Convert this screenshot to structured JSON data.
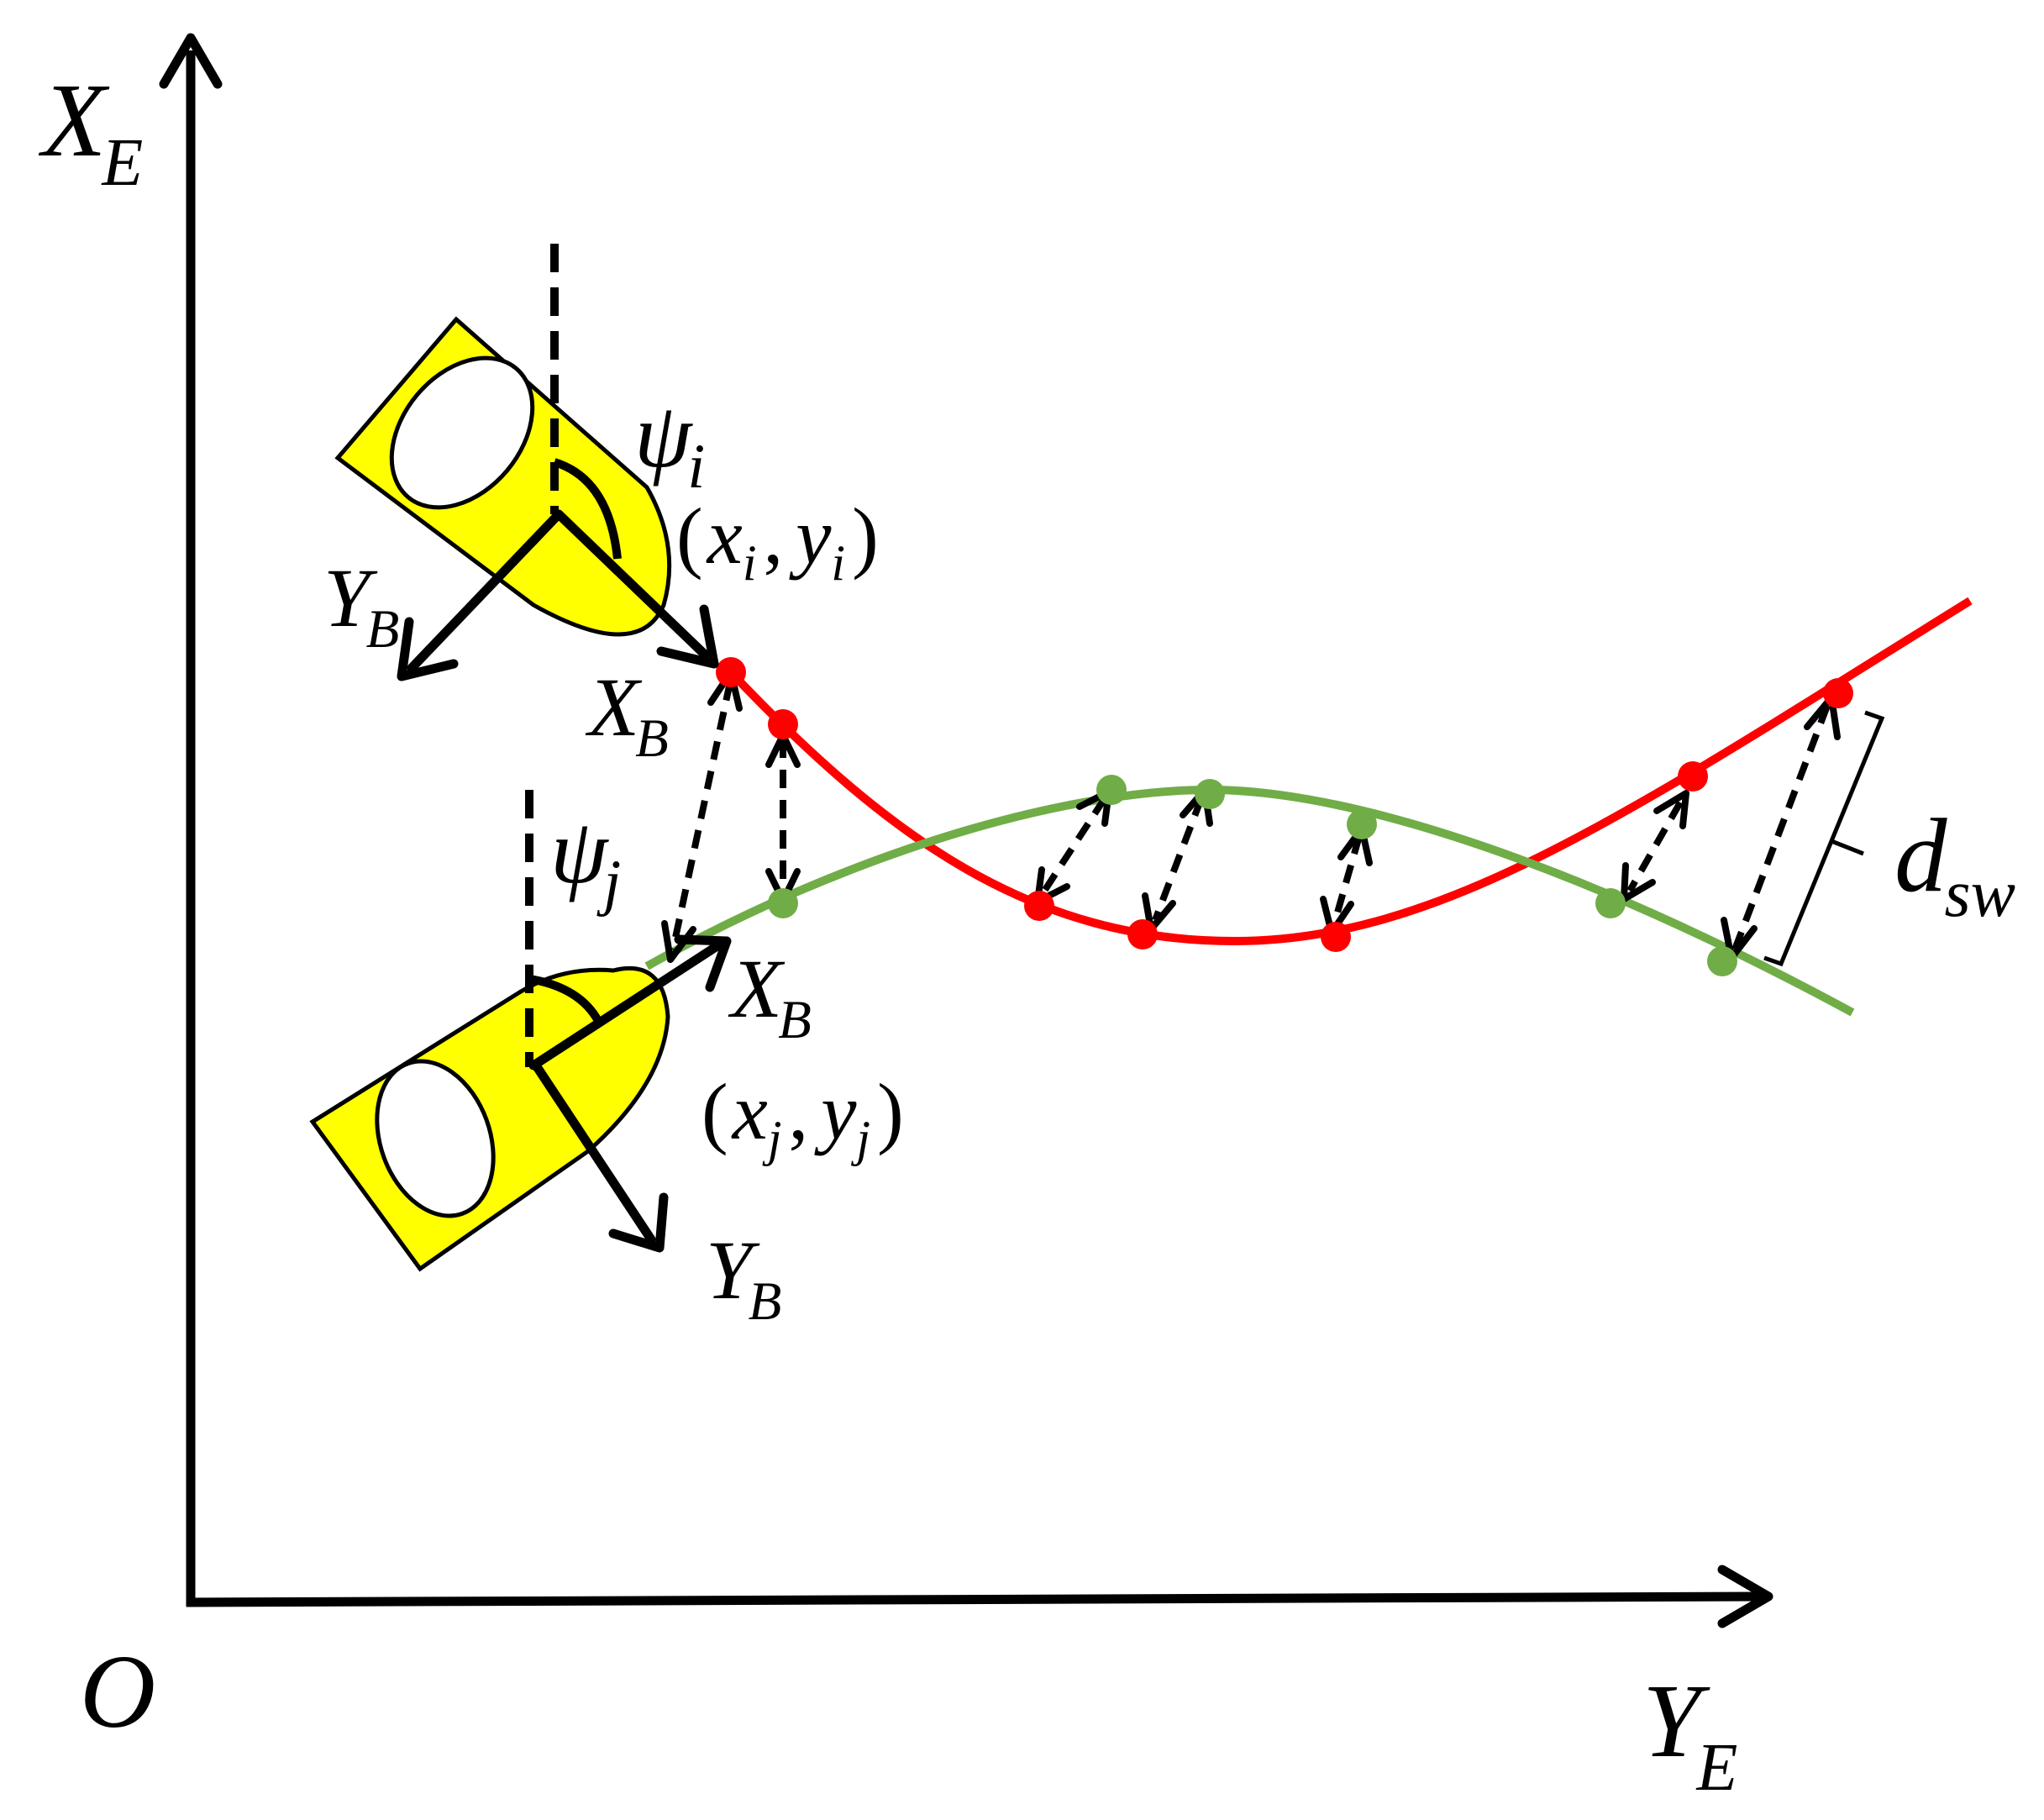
{
  "axes": {
    "x_label_main": "X",
    "x_label_sub": "E",
    "y_label_main": "Y",
    "y_label_sub": "E",
    "origin_label": "O"
  },
  "vessel_i": {
    "heading_symbol": "ψ",
    "heading_sub": "i",
    "position_open": "(",
    "position_x": "x",
    "position_x_sub": "i",
    "position_comma": ",",
    "position_y": "y",
    "position_y_sub": "i",
    "position_close": ")",
    "body_x_main": "X",
    "body_x_sub": "B",
    "body_y_main": "Y",
    "body_y_sub": "B"
  },
  "vessel_j": {
    "heading_symbol": "ψ",
    "heading_sub": "j",
    "position_open": "(",
    "position_x": "x",
    "position_x_sub": "j",
    "position_comma": ",",
    "position_y": "y",
    "position_y_sub": "j",
    "position_close": ")",
    "body_x_main": "X",
    "body_x_sub": "B",
    "body_y_main": "Y",
    "body_y_sub": "B"
  },
  "safety_distance": {
    "main": "d",
    "sub": "sw"
  },
  "colors": {
    "trajectory_i": "#ff0000",
    "trajectory_j": "#70ad47",
    "vessel_fill": "#ffff00"
  }
}
